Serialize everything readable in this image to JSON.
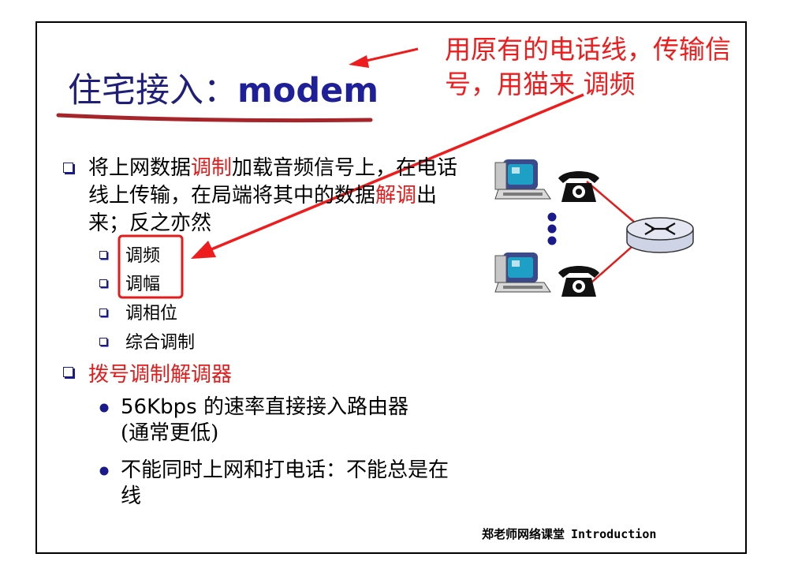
{
  "slide": {
    "title_cn": "住宅接入：",
    "title_latin": "modem",
    "annotation": "用原有的电话线，传输信号，用猫来 调频",
    "bullet_1": {
      "part_a": "将上网数据",
      "part_b": "调制",
      "part_c": "加载音频信号上，在电话线上传输，在局端将其中的数据",
      "part_d": "解调",
      "part_e": "出来；反之亦然"
    },
    "sub_items": [
      "调频",
      "调幅",
      "调相位",
      "综合调制"
    ],
    "bullet_2": "拨号调制解调器",
    "rate": {
      "speed": "56Kbps",
      "text": " 的速率直接接入路由器",
      "paren": "(通常更低)"
    },
    "nocall": "不能同时上网和打电话：不能总是在线",
    "footer": {
      "cn": "郑老师网络课堂",
      "en": "Introduction"
    }
  },
  "colors": {
    "accent_red": "#e31b1b",
    "title_blue": "#1f1f7a",
    "bullet_blue": "#1a1a8c"
  },
  "icons": [
    "computer-icon",
    "telephone-icon",
    "router-icon"
  ]
}
